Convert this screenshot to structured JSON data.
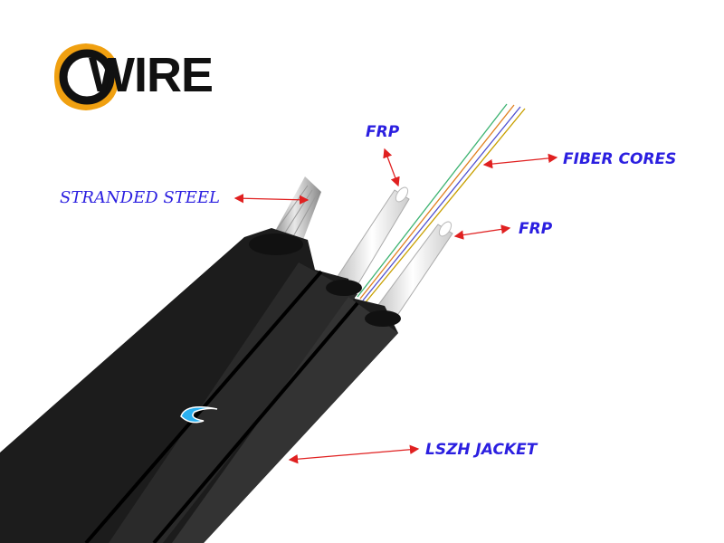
{
  "logo": {
    "brand": "OWIRE",
    "text": "WIRE",
    "accent": "#f0a010"
  },
  "labels": {
    "stranded_steel": "STRANDED STEEL",
    "frp_top": "FRP",
    "fiber_cores": "FIBER CORES",
    "frp_right": "FRP",
    "lszh_jacket": "LSZH JACKET"
  },
  "colors": {
    "label": "#2b1fe0",
    "arrow": "#e02020",
    "jacket": "#1a1a1a"
  }
}
